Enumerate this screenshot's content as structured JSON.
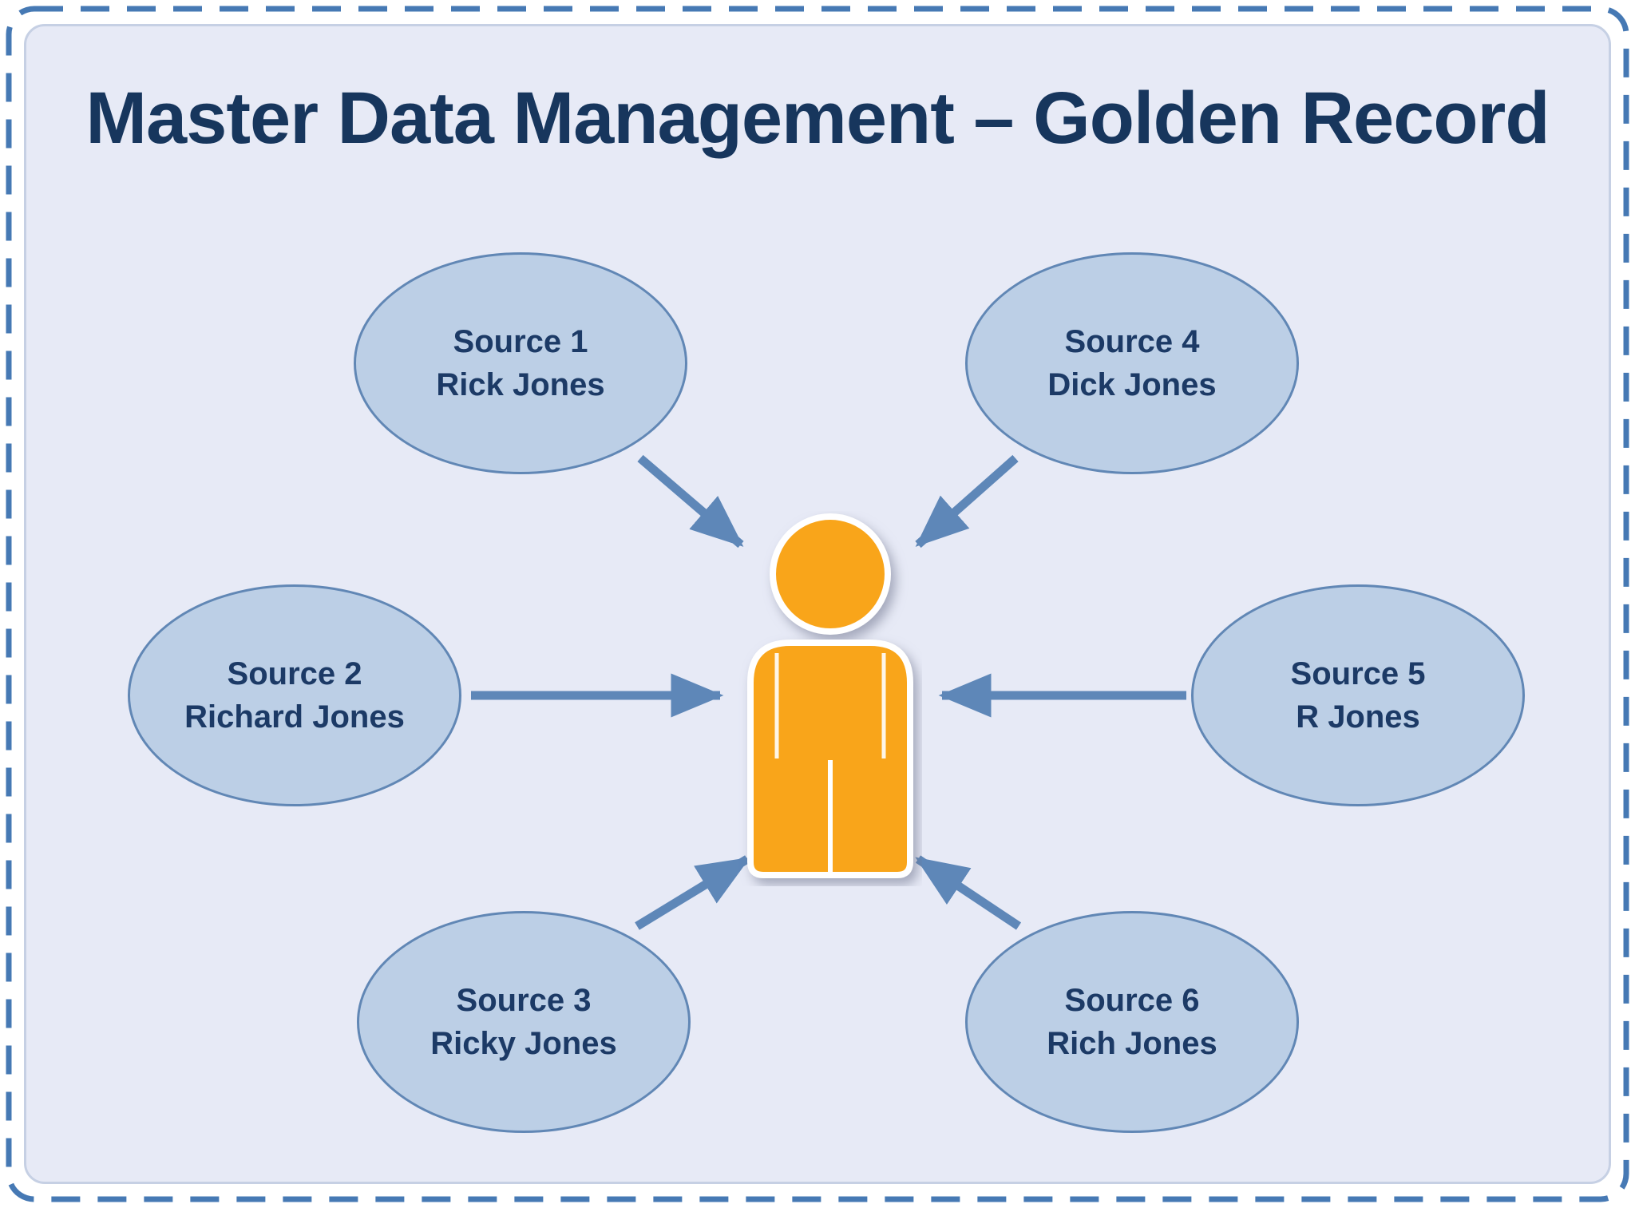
{
  "diagram": {
    "title": "Master Data Management – Golden Record",
    "center_icon": "person-icon",
    "sources": [
      {
        "name": "Source 1",
        "value": "Rick Jones"
      },
      {
        "name": "Source 2",
        "value": "Richard Jones"
      },
      {
        "name": "Source 3",
        "value": "Ricky Jones"
      },
      {
        "name": "Source 4",
        "value": "Dick Jones"
      },
      {
        "name": "Source 5",
        "value": "R Jones"
      },
      {
        "name": "Source 6",
        "value": "Rich Jones"
      }
    ],
    "colors": {
      "panel_background": "#E7EAF6",
      "dashed_border": "#4679B4",
      "ellipse_fill": "#BCCFE6",
      "ellipse_stroke": "#6187B5",
      "arrow": "#5E87B8",
      "text": "#17365D",
      "person": "#F9A51A"
    }
  }
}
